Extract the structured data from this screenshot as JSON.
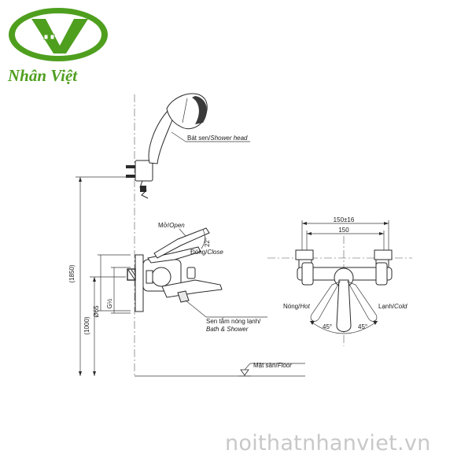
{
  "brand": {
    "name": "Nhân Việt",
    "logo_mark": "NV",
    "watermark": "noithatnhanviet.vn"
  },
  "colors": {
    "brand_green": "#4f9f1f",
    "line": "#2a2a2a",
    "watermark": "#c8c8c8"
  },
  "side_view": {
    "shower_head_label": "Bát sen/",
    "shower_head_label_en": "Shower head",
    "open_label": "Mở/",
    "open_label_en": "Open",
    "close_label": "Đóng/",
    "close_label_en": "Close",
    "lever_angle": "22°",
    "outlet_label": "Sen tắm nóng lạnh/",
    "outlet_label_en": "Bath & Shower",
    "floor_label": "Mặt sàn/",
    "floor_label_en": "Floor",
    "dim_total_height": "(1850)",
    "dim_valve_height": "(1000)",
    "dim_escutcheon": "Ø65",
    "dim_thread": "G½"
  },
  "front_view": {
    "dim_center_tolerance": "150±16",
    "dim_center": "150",
    "hot_label": "Nóng/",
    "hot_label_en": "Hot",
    "cold_label": "Lạnh/",
    "cold_label_en": "Cold",
    "angle_left": "45°",
    "angle_right": "45°"
  }
}
